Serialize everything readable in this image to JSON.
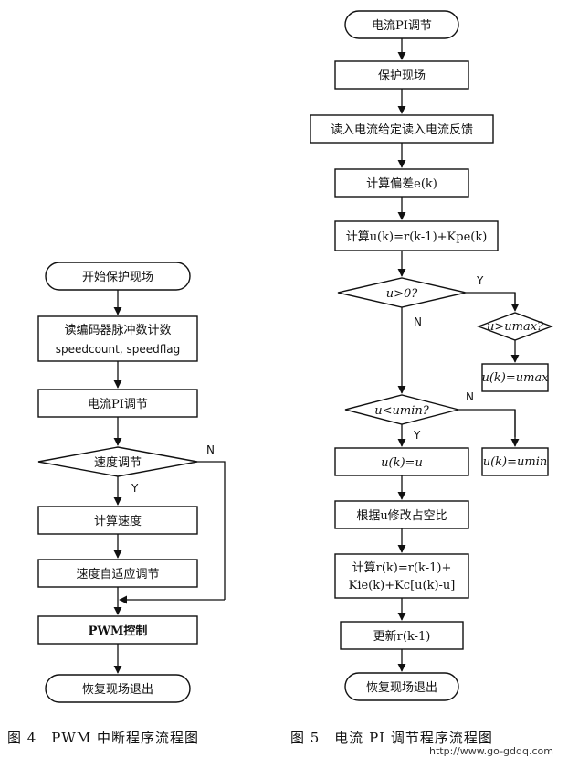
{
  "fig4": {
    "start": "开始保护现场",
    "read": "读编码器脉冲数计数",
    "read_vars": "speedcount, speedflag",
    "pi": "电流PI调节",
    "speed_dec": "速度调节",
    "yes": "Y",
    "no": "N",
    "calc_speed": "计算速度",
    "adaptive": "速度自适应调节",
    "pwm": "PWM控制",
    "end": "恢复现场退出",
    "caption": "图 4　PWM 中断程序流程图"
  },
  "fig5": {
    "start": "电流PI调节",
    "protect": "保护现场",
    "read": "读入电流给定读入电流反馈",
    "err": "计算偏差e(k)",
    "calc_u": "计算u(k)=r(k-1)+Kpe(k)",
    "dec1": "u>0?",
    "dec1_yes": "Y",
    "dec1_no": "N",
    "dec2": "u>umax?",
    "set_max": "u(k)=umax",
    "dec3": "u<umin?",
    "dec3_yes": "Y",
    "dec3_no": "N",
    "set_min": "u(k)=umin",
    "set_u": "u(k)=u",
    "duty": "根据u修改占空比",
    "calc_r1": "计算r(k)=r(k-1)+",
    "calc_r2": "Kie(k)+Kc[u(k)-u]",
    "update": "更新r(k-1)",
    "end": "恢复现场退出",
    "caption": "图 5　电流 PI 调节程序流程图"
  },
  "watermark": "http://www.go-gddq.com"
}
